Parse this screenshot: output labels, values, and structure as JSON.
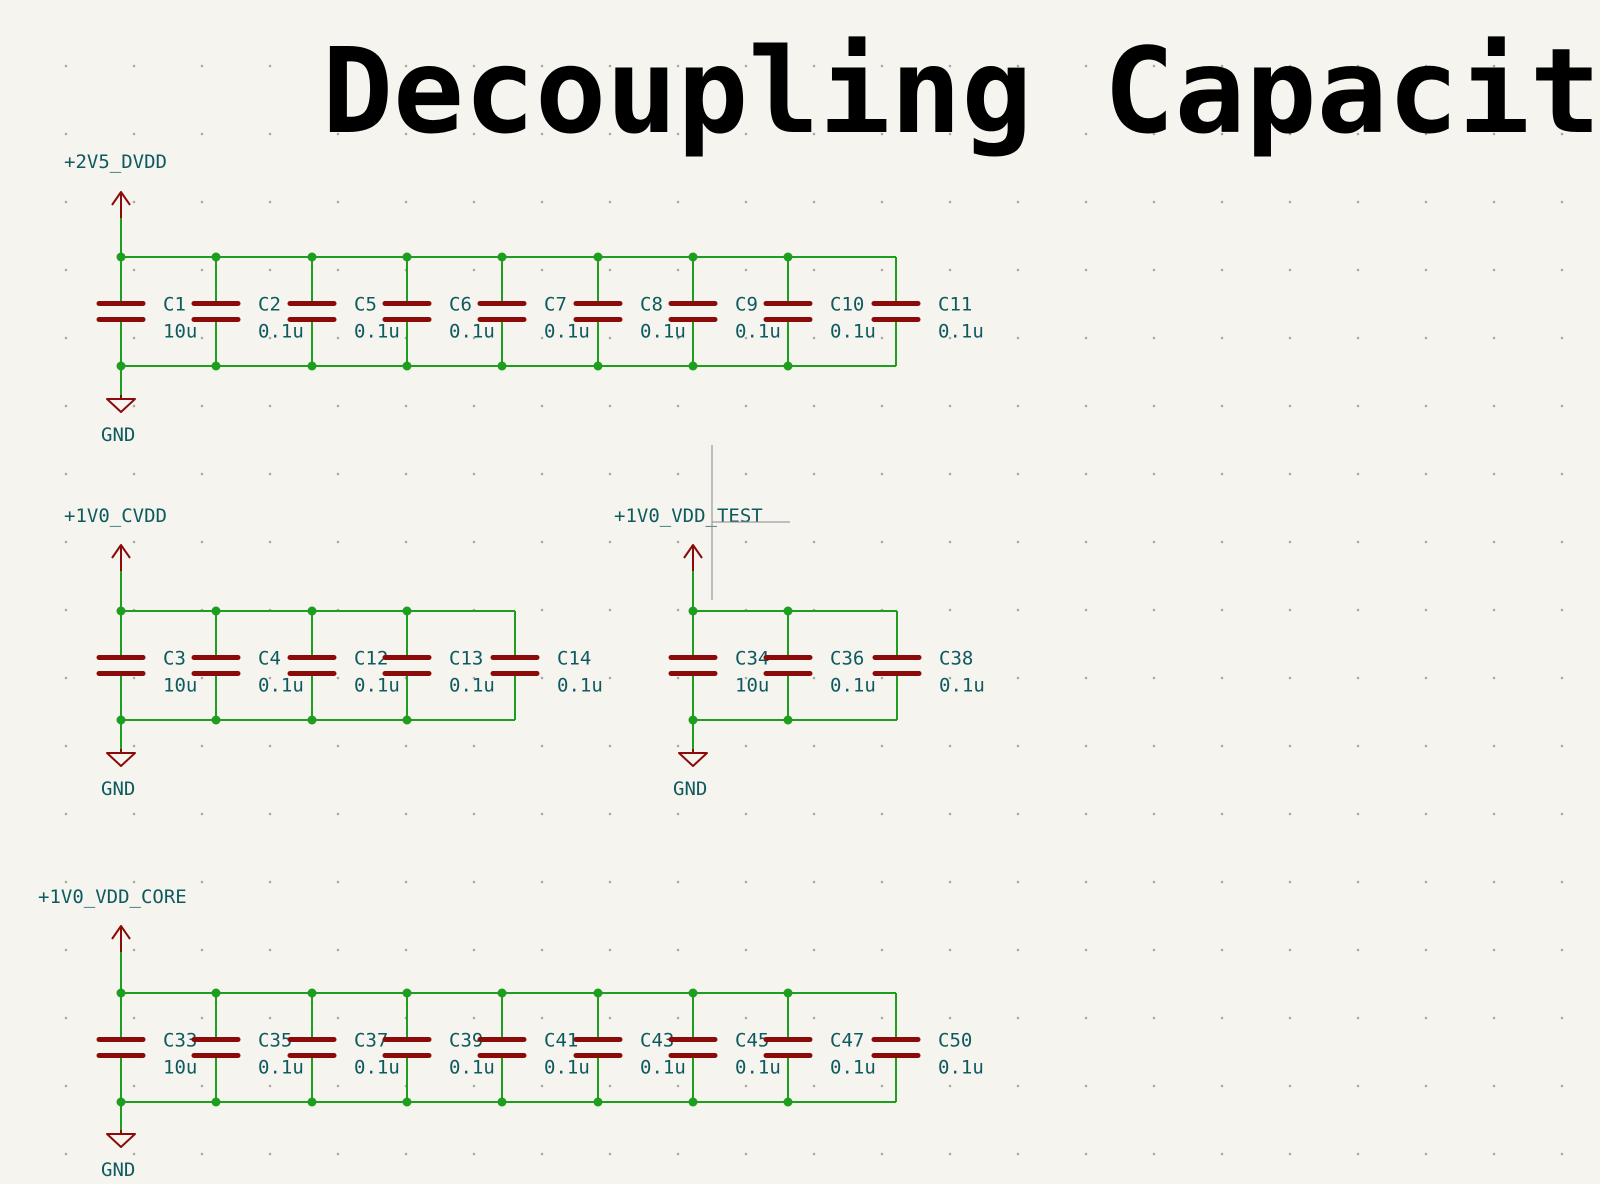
{
  "title": "Decoupling Capacitors",
  "colors": {
    "background": "#f5f4ef",
    "wire": "#1e9e1e",
    "symbol": "#8b0a0a",
    "label_text": "#0f5a5e",
    "title_text": "#000000"
  },
  "rails": [
    {
      "net": "+2V5_DVDD",
      "ground": "GND",
      "capacitors": [
        {
          "ref": "C1",
          "value": "10u"
        },
        {
          "ref": "C2",
          "value": "0.1u"
        },
        {
          "ref": "C5",
          "value": "0.1u"
        },
        {
          "ref": "C6",
          "value": "0.1u"
        },
        {
          "ref": "C7",
          "value": "0.1u"
        },
        {
          "ref": "C8",
          "value": "0.1u"
        },
        {
          "ref": "C9",
          "value": "0.1u"
        },
        {
          "ref": "C10",
          "value": "0.1u"
        },
        {
          "ref": "C11",
          "value": "0.1u"
        }
      ]
    },
    {
      "net": "+1V0_CVDD",
      "ground": "GND",
      "capacitors": [
        {
          "ref": "C3",
          "value": "10u"
        },
        {
          "ref": "C4",
          "value": "0.1u"
        },
        {
          "ref": "C12",
          "value": "0.1u"
        },
        {
          "ref": "C13",
          "value": "0.1u"
        },
        {
          "ref": "C14",
          "value": "0.1u"
        }
      ]
    },
    {
      "net": "+1V0_VDD_TEST",
      "ground": "GND",
      "capacitors": [
        {
          "ref": "C34",
          "value": "10u"
        },
        {
          "ref": "C36",
          "value": "0.1u"
        },
        {
          "ref": "C38",
          "value": "0.1u"
        }
      ]
    },
    {
      "net": "+1V0_VDD_CORE",
      "ground": "GND",
      "capacitors": [
        {
          "ref": "C33",
          "value": "10u"
        },
        {
          "ref": "C35",
          "value": "0.1u"
        },
        {
          "ref": "C37",
          "value": "0.1u"
        },
        {
          "ref": "C39",
          "value": "0.1u"
        },
        {
          "ref": "C41",
          "value": "0.1u"
        },
        {
          "ref": "C43",
          "value": "0.1u"
        },
        {
          "ref": "C45",
          "value": "0.1u"
        },
        {
          "ref": "C47",
          "value": "0.1u"
        },
        {
          "ref": "C50",
          "value": "0.1u"
        }
      ]
    }
  ]
}
